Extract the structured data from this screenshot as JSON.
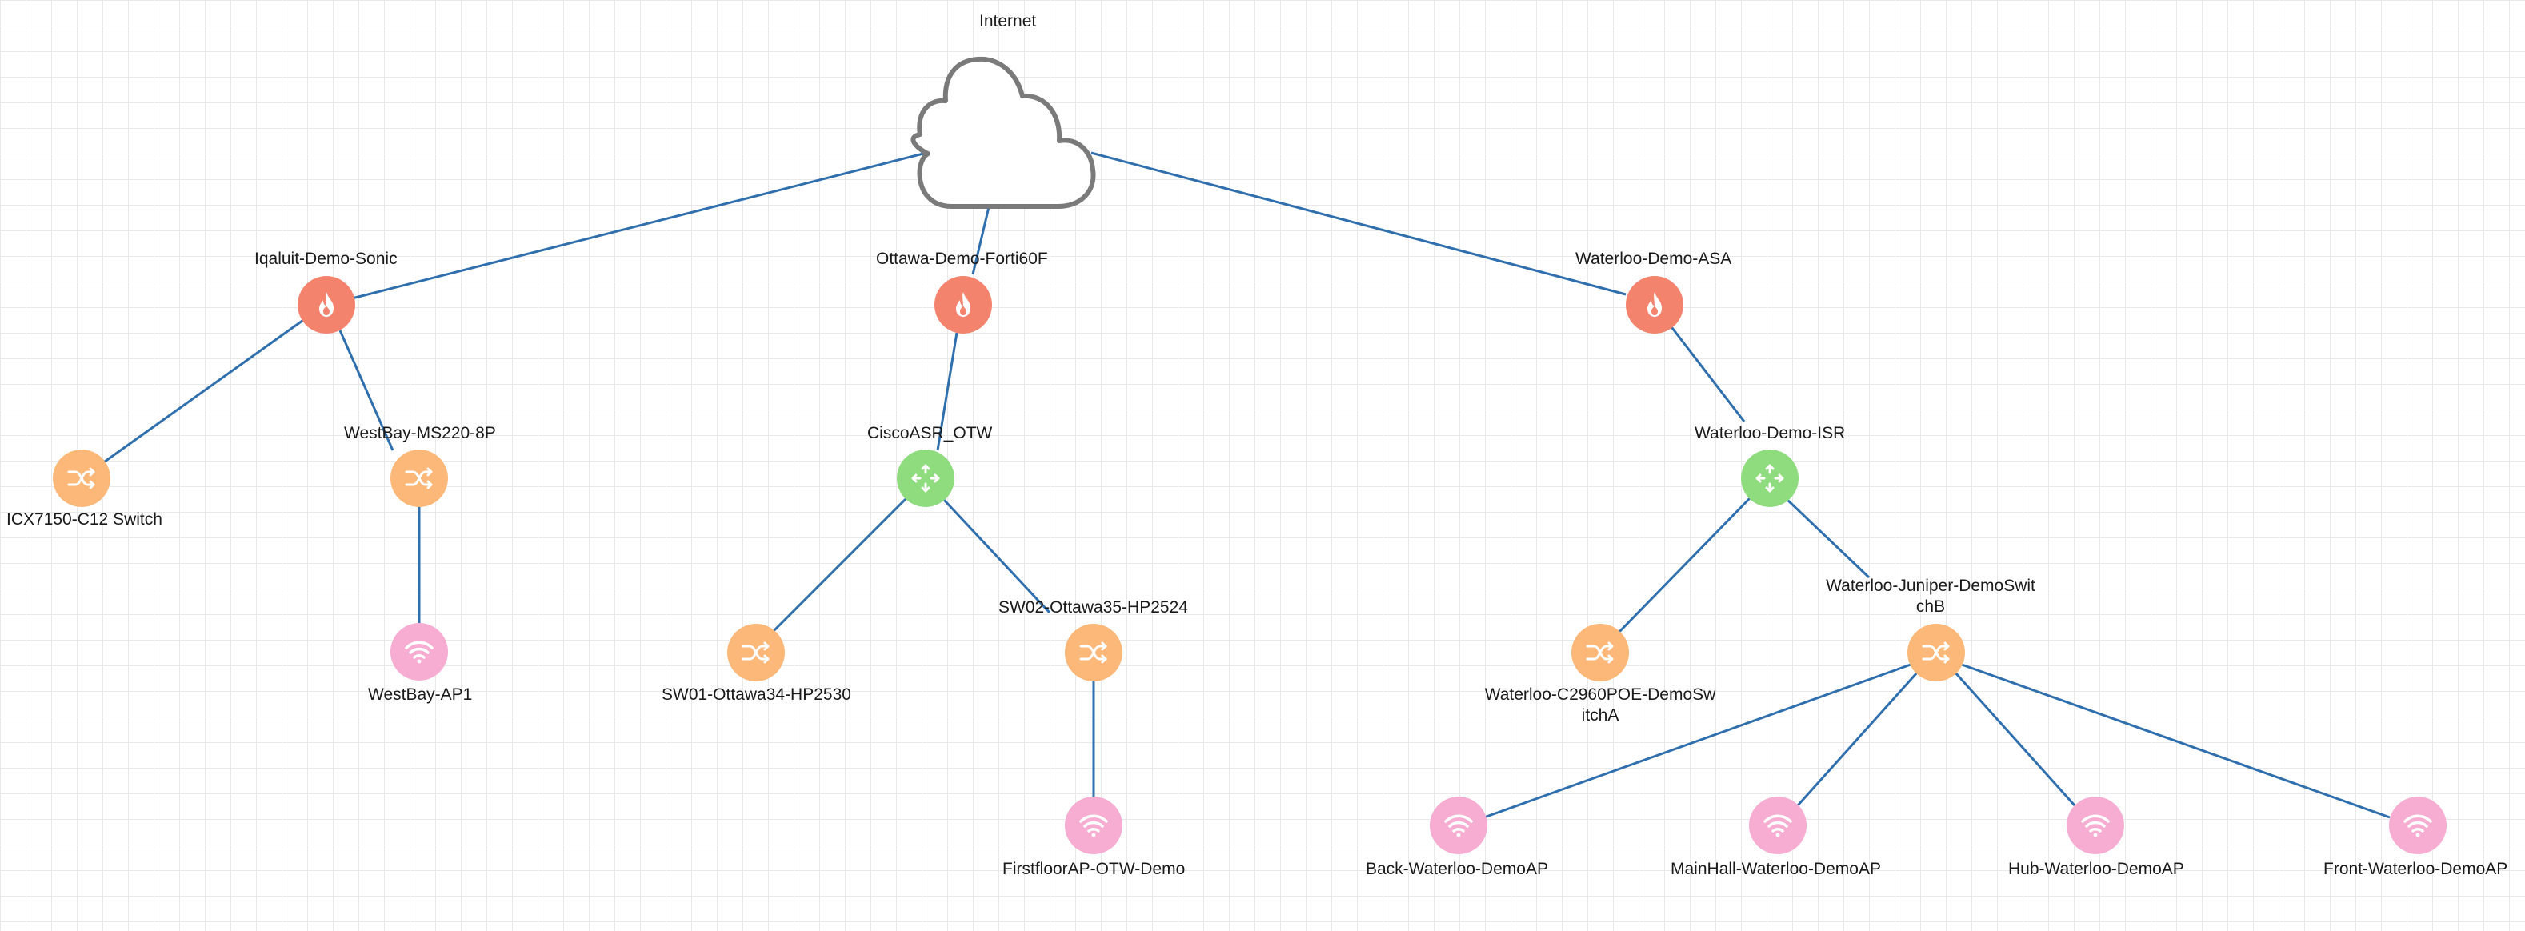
{
  "diagram": {
    "internet_label": "Internet",
    "labels": {
      "iqaluit_fw": "Iqaluit-Demo-Sonic",
      "ottawa_fw": "Ottawa-Demo-Forti60F",
      "waterloo_fw": "Waterloo-Demo-ASA",
      "icx_switch": "ICX7150-C12 Switch",
      "westbay_switch": "WestBay-MS220-8P",
      "westbay_ap": "WestBay-AP1",
      "cisco_asr": "CiscoASR_OTW",
      "sw01": "SW01-Ottawa34-HP2530",
      "sw02": "SW02-Ottawa35-HP2524",
      "firstfloor_ap": "FirstfloorAP-OTW-Demo",
      "waterloo_isr": "Waterloo-Demo-ISR",
      "waterloo_c2960": "Waterloo-C2960POE-DemoSwitchA",
      "waterloo_juniper": "Waterloo-Juniper-DemoSwitchB",
      "back_ap": "Back-Waterloo-DemoAP",
      "mainhall_ap": "MainHall-Waterloo-DemoAP",
      "hub_ap": "Hub-Waterloo-DemoAP",
      "front_ap": "Front-Waterloo-DemoAP"
    },
    "icons": {
      "firewall": "flame-icon",
      "router": "router-arrows-icon",
      "switch": "shuffle-arrows-icon",
      "ap": "wifi-icon",
      "cloud": "cloud-icon"
    },
    "colors": {
      "firewall": "#f4836e",
      "router": "#8fdc7f",
      "switch": "#fcb878",
      "ap": "#f7acd2",
      "link": "#2f6fad",
      "cloud_stroke": "#7a7a7a"
    }
  }
}
